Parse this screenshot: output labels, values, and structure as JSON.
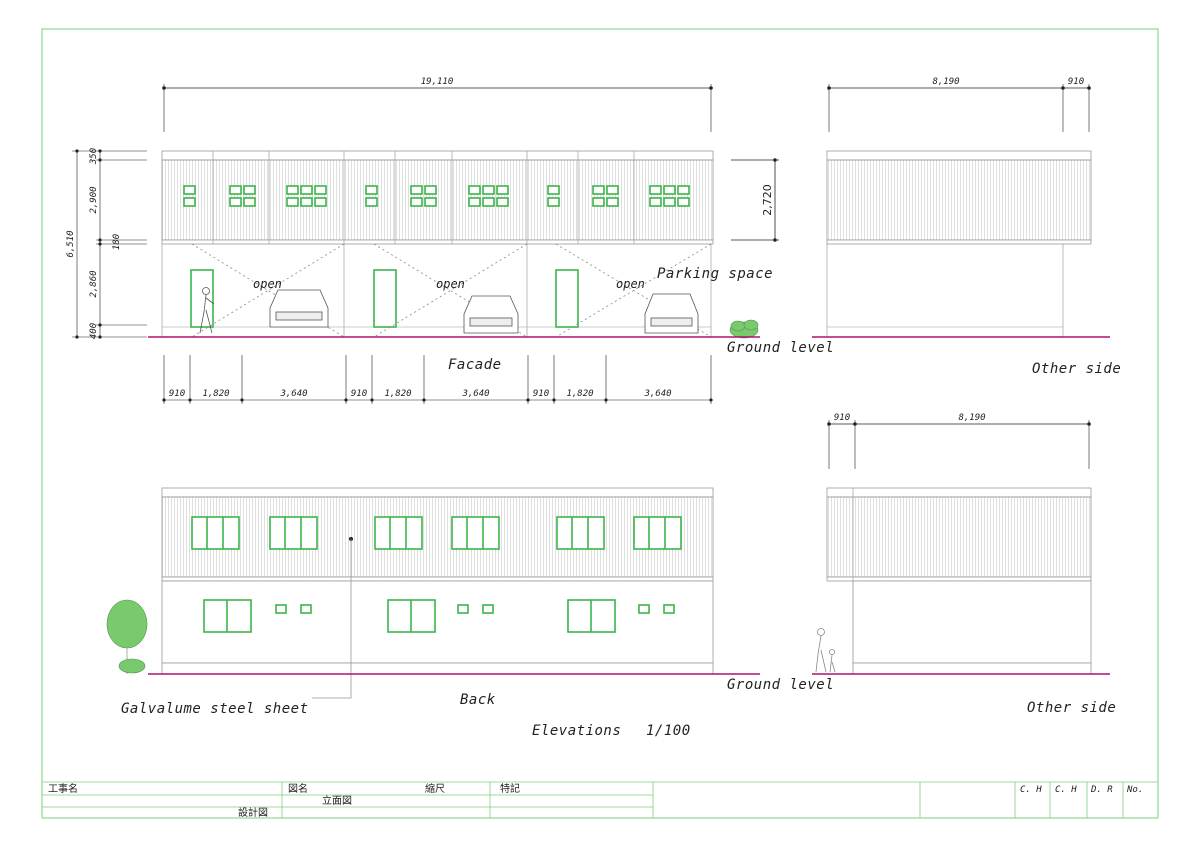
{
  "labels": {
    "parking_space": "Parking space",
    "open": "open",
    "facade": "Facade",
    "ground_level": "Ground level",
    "other_side": "Other side",
    "back": "Back",
    "galvalume": "Galvalume steel sheet",
    "elevations": "Elevations",
    "scale": "1/100"
  },
  "dims": {
    "overall_width": "19,110",
    "side_a": "8,190",
    "side_b": "910",
    "height_total": "6,510",
    "h_350": "350",
    "h_2900": "2,900",
    "h_180": "180",
    "h_2860": "2,860",
    "h_400": "400",
    "h_2720": "2,720",
    "bottom": [
      "910",
      "1,820",
      "3,640",
      "910",
      "1,820",
      "3,640",
      "910",
      "1,820",
      "3,640"
    ]
  },
  "title_block": {
    "project_name": "工事名",
    "drawing_name": "図名",
    "scale": "縮尺",
    "notes": "特記",
    "drawing_title": "立面図",
    "design_drawing": "設計図",
    "check_1": "C. H",
    "check_2": "C. H",
    "drawn": "D. R",
    "number": "No."
  },
  "colors": {
    "frame": "#7fcf7f",
    "window": "#3cb44b",
    "ground": "#b0106e",
    "tree": "#7bc96f"
  }
}
